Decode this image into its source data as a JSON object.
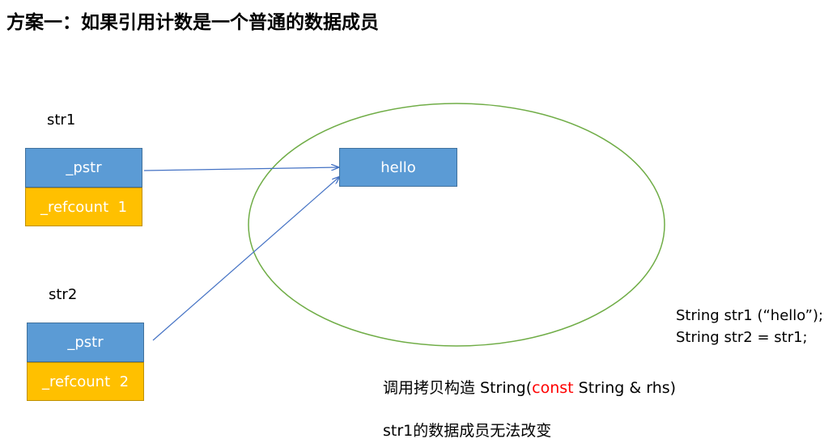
{
  "title": "方案一：如果引用计数是一个普通的数据成员",
  "str1": {
    "label": "str1",
    "pstr": "_pstr",
    "refcount": "_refcount  1"
  },
  "str2": {
    "label": "str2",
    "pstr": "_pstr",
    "refcount": "_refcount  2"
  },
  "heap": {
    "value": "hello"
  },
  "colors": {
    "box_blue": "#5b9bd5",
    "box_gold": "#ffc000",
    "ellipse": "#70ad47",
    "arrow": "#4472c4",
    "keyword": "#ff0000"
  },
  "code": {
    "line1": "String str1 (“hello”);",
    "line2": "String str2 = str1;"
  },
  "notes": {
    "copy_ctor_prefix": "调用拷贝构造 String(",
    "copy_ctor_keyword": "const",
    "copy_ctor_suffix": " String & rhs)",
    "immutable": "str1的数据成员无法改变"
  }
}
